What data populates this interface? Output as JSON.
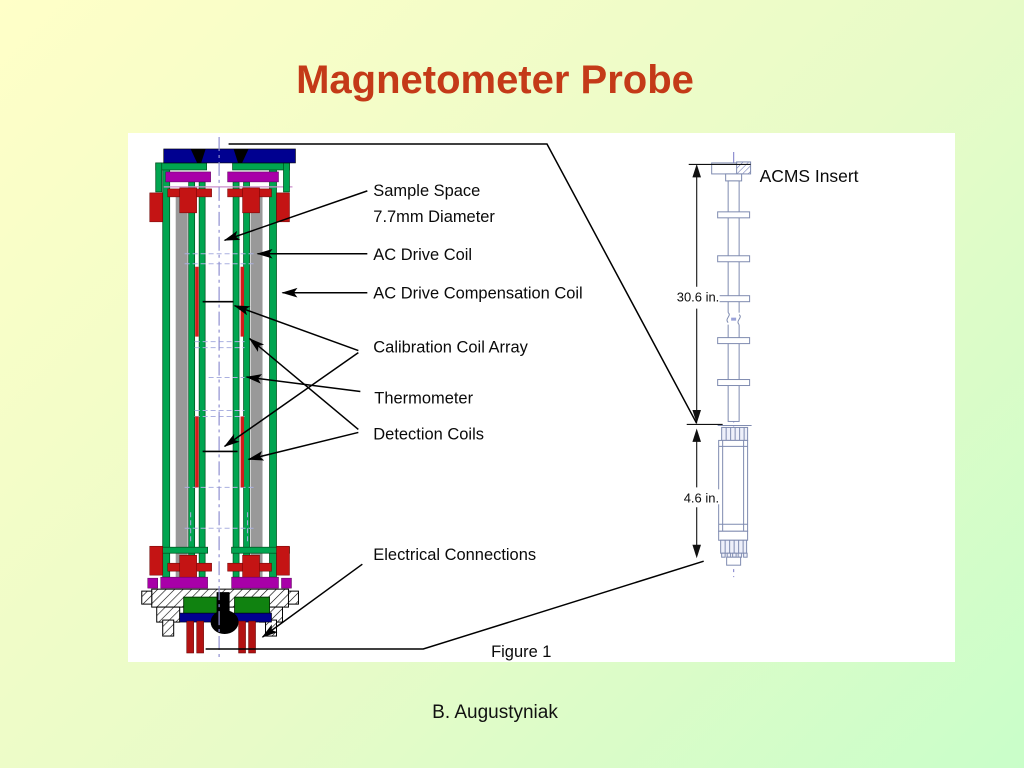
{
  "slide": {
    "title": "Magnetometer Probe",
    "author": "B. Augustyniak"
  },
  "figure": {
    "caption": "Figure 1",
    "probe_labels": {
      "sample_space": [
        "Sample Space",
        "7.7mm Diameter"
      ],
      "ac_drive_coil": "AC Drive Coil",
      "ac_drive_compensation_coil": "AC Drive Compensation Coil",
      "calibration_coil_array": "Calibration Coil Array",
      "thermometer": "Thermometer",
      "detection_coils": "Detection Coils",
      "electrical_connections": "Electrical Connections"
    },
    "insert": {
      "title": "ACMS Insert",
      "upper_dimension": "30.6 in.",
      "lower_dimension": "4.6 in."
    },
    "colors": {
      "title_color": "#C43A18",
      "bg_yellow": "#FFFFC8",
      "bg_green": "#C9FEC9",
      "probe_green": "#00A550",
      "probe_dark_green": "#108210",
      "probe_navy": "#000090",
      "probe_magenta": "#A800A8",
      "probe_red": "#C41414",
      "pin_red": "#B31212",
      "probe_gray": "#999999",
      "centerline": "#8F8FD0",
      "insert_line": "#7F8BB0"
    }
  }
}
